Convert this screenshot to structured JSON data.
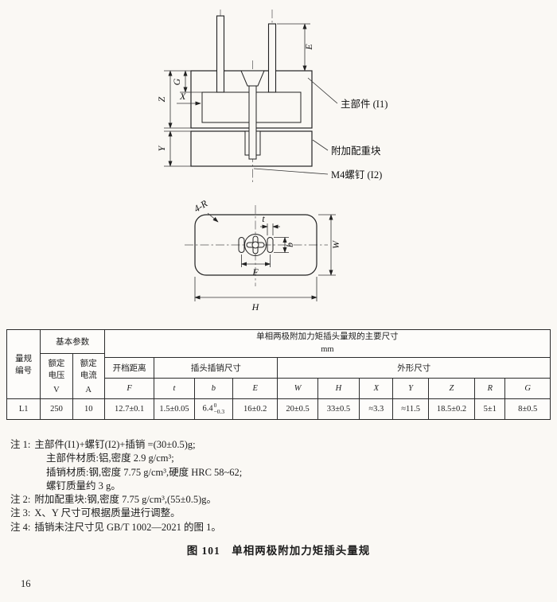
{
  "page": {
    "page_number": "16",
    "caption": "图 101　单相两极附加力矩插头量规"
  },
  "fig_section": {
    "label_main_part": "主部件 (I1)",
    "label_weight": "附加配重块",
    "label_screw": "M4螺钉 (I2)",
    "dim_E": "E",
    "dim_G": "G",
    "dim_Z": "Z",
    "dim_X": "X",
    "dim_Y": "Y"
  },
  "fig_plan": {
    "corner_label": "4-R",
    "dim_t": "t",
    "dim_b": "b",
    "dim_F": "F",
    "dim_W": "W",
    "dim_H": "H"
  },
  "table": {
    "gauge_no_line1": "量规",
    "gauge_no_line2": "编号",
    "basic_params": "基本参数",
    "rated_voltage_l1": "额定",
    "rated_voltage_l2": "电压",
    "rated_voltage_unit": "V",
    "rated_current_l1": "额定",
    "rated_current_l2": "电流",
    "rated_current_unit": "A",
    "main_title": "单相两极附加力矩插头量规的主要尺寸",
    "unit": "mm",
    "group_gap": "开档距离",
    "group_pin": "插头插销尺寸",
    "group_outline": "外形尺寸",
    "symbols": [
      "F",
      "t",
      "b",
      "E",
      "W",
      "H",
      "X",
      "Y",
      "Z",
      "R",
      "G"
    ],
    "row": {
      "id": "L1",
      "voltage": "250",
      "current": "10",
      "F": "12.7±0.1",
      "t": "1.5±0.05",
      "b_base": "6.4",
      "b_sup": "0",
      "b_sub": "−0.3",
      "E": "16±0.2",
      "W": "20±0.5",
      "H": "33±0.5",
      "X": "≈3.3",
      "Y": "≈11.5",
      "Z": "18.5±0.2",
      "R": "5±1",
      "G": "8±0.5"
    }
  },
  "notes": {
    "note1_label": "注 1:",
    "note1_line1": "主部件(I1)+螺钉(I2)+插销 =(30±0.5)g;",
    "note1_line2": "主部件材质:铝,密度 2.9 g/cm³;",
    "note1_line3": "插销材质:钢,密度 7.75 g/cm³,硬度 HRC 58~62;",
    "note1_line4": "螺钉质量约 3 g。",
    "note2_label": "注 2:",
    "note2_text": "附加配重块:钢,密度 7.75 g/cm³,(55±0.5)g。",
    "note3_label": "注 3:",
    "note3_text": "X、Y 尺寸可根据质量进行调整。",
    "note4_label": "注 4:",
    "note4_text": "插销未注尺寸见 GB/T 1002—2021 的图 1。"
  }
}
